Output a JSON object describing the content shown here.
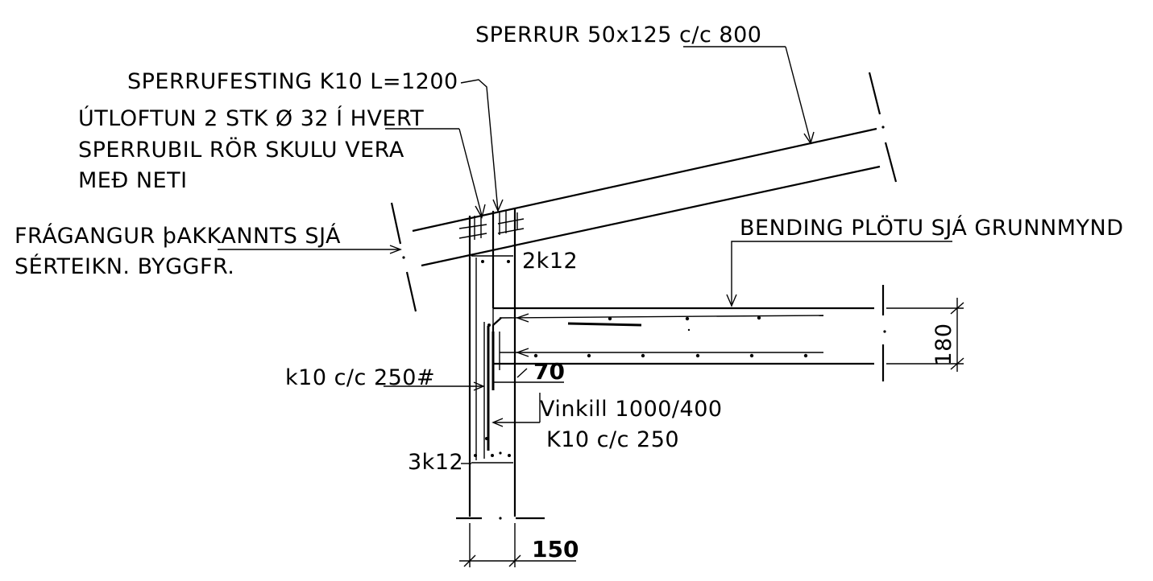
{
  "labels": {
    "rafters": "SPERRUR 50x125 c/c 800",
    "rafter_fixing": "SPERRUFESTING K10 L=1200",
    "vent_line1": "ÚTLOFTUN 2 STK Ø 32 Í HVERT",
    "vent_line2": "SPERRUBIL RÖR SKULU VERA",
    "vent_line3": "MEÐ NETI",
    "eaves_line1": "FRÁGANGUR þAKKANNTS SJÁ",
    "eaves_line2": "SÉRTEIKN. BYGGFR.",
    "top_bars": "2k12",
    "slab_reinf": "BENDING PLÖTU SJÁ GRUNNMYND",
    "stirrups": "k10 c/c 250#",
    "angle_line1": "Vinkill 1000/400",
    "angle_line2": "K10 c/c 250",
    "bottom_bars": "3k12"
  },
  "dimensions": {
    "slab_thickness": "180",
    "corner_offset": "70",
    "wall_thickness": "150"
  }
}
